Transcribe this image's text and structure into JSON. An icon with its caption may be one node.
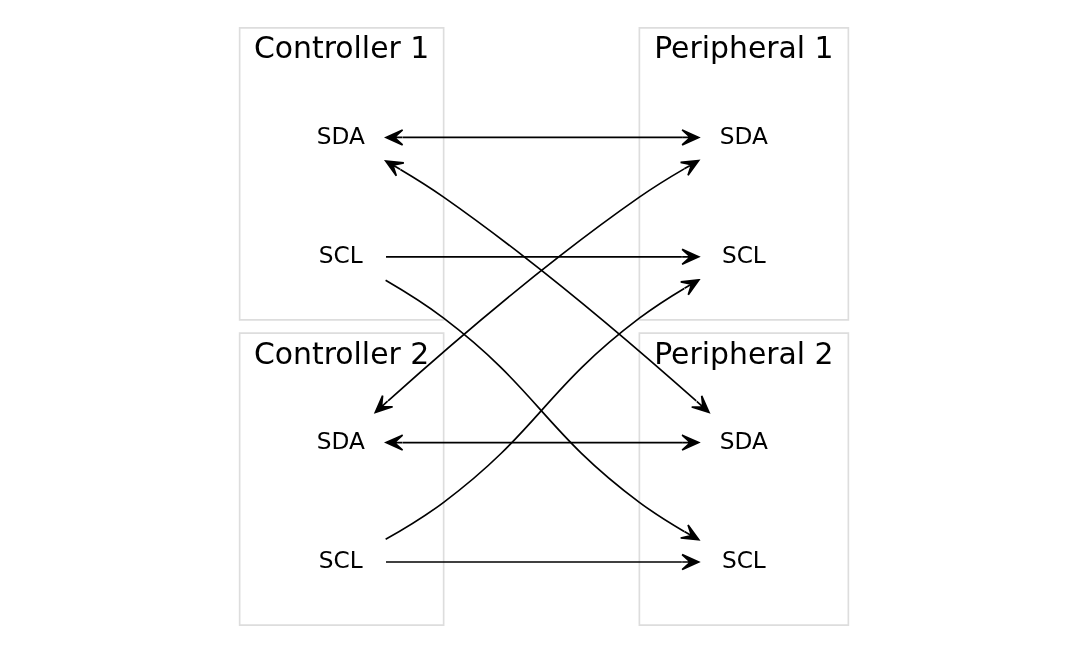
{
  "diagram": {
    "nodes": [
      {
        "text": [
          "Controller 1"
        ]
      },
      {
        "text": [
          "SDA"
        ],
        "in": 0
      },
      {
        "text": [
          "SCL"
        ],
        "in": 0
      },
      {
        "text": [
          "Peripheral 1"
        ]
      },
      {
        "text": [
          "SDA"
        ],
        "in": 3
      },
      {
        "text": [
          "SCL"
        ],
        "in": 3
      },
      {
        "text": [
          "Controller 2"
        ]
      },
      {
        "text": [
          "SDA"
        ],
        "in": 6
      },
      {
        "text": [
          "SCL"
        ],
        "in": 6
      },
      {
        "text": [
          "Peripheral 2"
        ]
      },
      {
        "text": [
          "SDA"
        ],
        "in": 9
      },
      {
        "text": [
          "SCL"
        ],
        "in": 9
      }
    ],
    "edges": [
      {
        "from": 1,
        "to": 4,
        "arrow": "both"
      },
      {
        "from": 1,
        "to": 10,
        "arrow": "both"
      },
      {
        "from": 7,
        "to": 4,
        "arrow": "both"
      },
      {
        "from": 7,
        "to": 10,
        "arrow": "both"
      },
      {
        "from": 2,
        "to": 5,
        "arrow": "to"
      },
      {
        "from": 2,
        "to": 11,
        "arrow": "to"
      },
      {
        "from": 8,
        "to": 5,
        "arrow": "to"
      },
      {
        "from": 8,
        "to": 11,
        "arrow": "to"
      }
    ]
  }
}
